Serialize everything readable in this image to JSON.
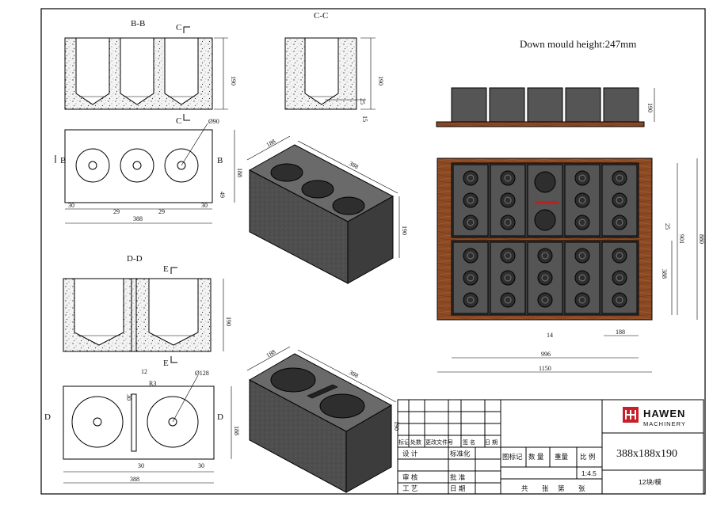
{
  "labels": {
    "bb": "B-B",
    "cc": "C-C",
    "dd": "D-D",
    "c_top": "C",
    "c_bottom": "C",
    "b_left": "B",
    "b_right": "B",
    "e_top": "E",
    "e_bottom": "E",
    "d_left": "D",
    "d_right": "D"
  },
  "mould_height": "Down mould height:247mm",
  "dims": {
    "bb_height": "190",
    "cc_height": "190",
    "cc_small1": "25",
    "cc_small2": "15",
    "top1_dia": "Ø90",
    "top1_w1": "30",
    "top1_w2": "29",
    "top1_w3": "29",
    "top1_w4": "30",
    "top1_total": "388",
    "top1_depth": "188",
    "top1_half": "49",
    "iso1_w": "188",
    "iso1_l": "388",
    "iso1_h": "190",
    "dd_height": "190",
    "top2_dia": "Ø128",
    "top2_slot": "12",
    "top2_r": "R3",
    "top2_s1": "30",
    "top2_w1": "30",
    "top2_w2": "30",
    "top2_total": "388",
    "top2_depth": "188",
    "iso2_w": "188",
    "iso2_l": "388",
    "iso2_h": "190",
    "side_h": "190",
    "pallet_25": "25",
    "pallet_901": "901",
    "pallet_880": "880",
    "pallet_388": "388",
    "pallet_14": "14",
    "pallet_188": "188",
    "pallet_996": "996",
    "pallet_1150": "1150"
  },
  "title_block": {
    "h_biaoji": "标记",
    "h_chushu": "处数",
    "h_gengai": "更改文件号",
    "h_qianming": "签 名",
    "h_riqi": "日 期",
    "sheji": "设 计",
    "biaozhunhua": "标准化",
    "shenhe": "审 核",
    "pizhun": "批 准",
    "gongyi": "工 艺",
    "riqi": "日 期",
    "tubiaoji": "图标记",
    "shuliang": "数 量",
    "zhongliang": "重量",
    "bili": "比 例",
    "scale": "1:4.5",
    "gong": "共",
    "zhang1": "张",
    "di": "第",
    "zhang2": "张",
    "brand": "HAWEN",
    "brand_sub": "MACHINERY",
    "size": "388x188x190",
    "qty": "12块/模"
  },
  "colors": {
    "block_dark": "#4a4a4a",
    "block_mid": "#5f5f5f",
    "wood": "#8b4a24",
    "wood_light": "#a45a2c",
    "logo_red": "#c8202a"
  }
}
